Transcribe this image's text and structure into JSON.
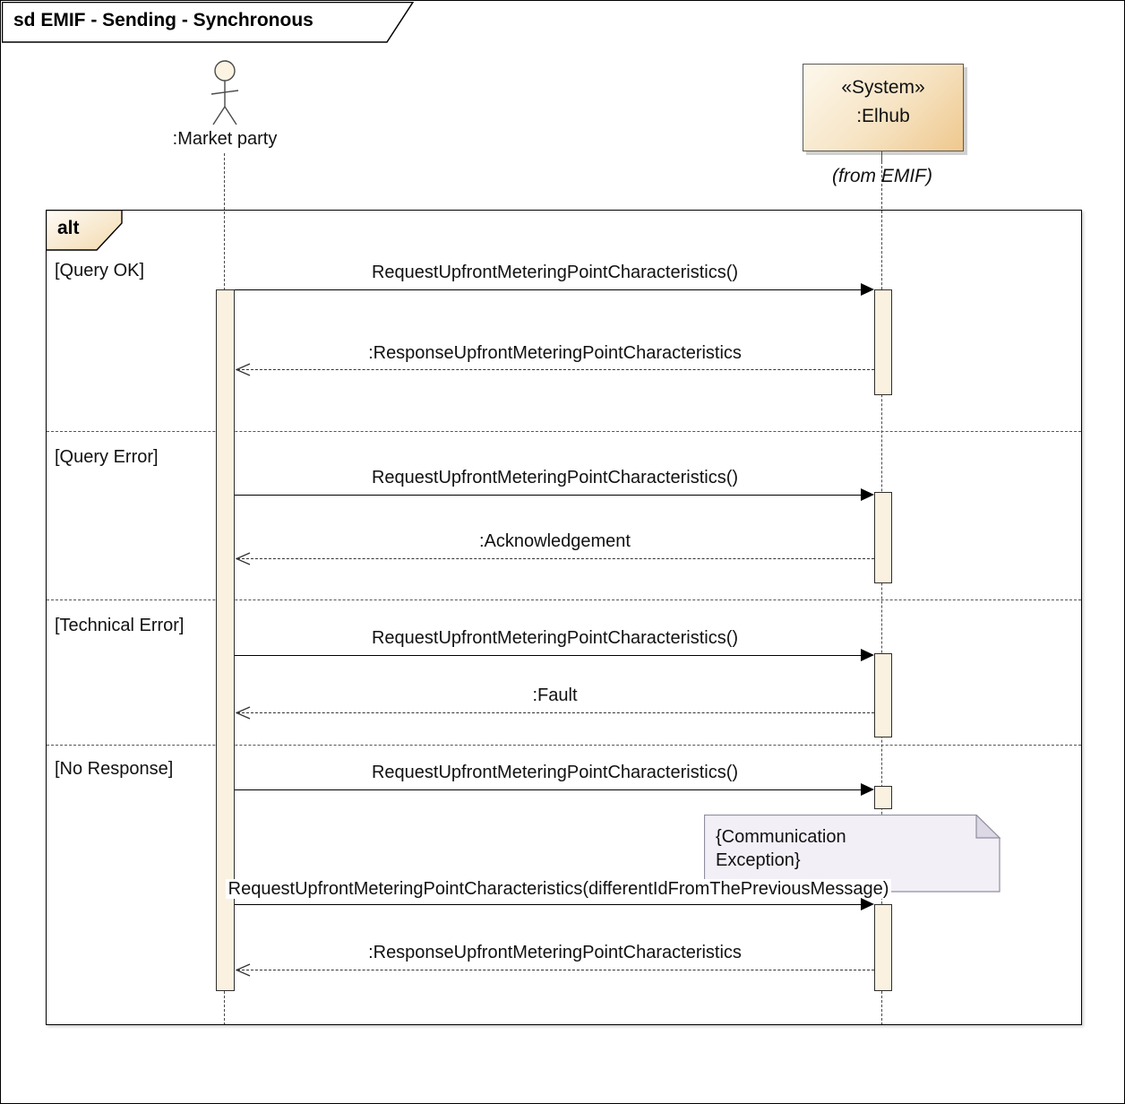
{
  "diagram": {
    "title": "sd EMIF - Sending - Synchronous",
    "actor": {
      "label": ":Market party"
    },
    "system": {
      "stereotype": "«System»",
      "name": ":Elhub",
      "origin": "(from EMIF)"
    },
    "fragment": {
      "operator": "alt",
      "sections": [
        {
          "guard": "[Query OK]",
          "messages": [
            {
              "label": "RequestUpfrontMeteringPointCharacteristics()",
              "type": "call"
            },
            {
              "label": ":ResponseUpfrontMeteringPointCharacteristics",
              "type": "return"
            }
          ]
        },
        {
          "guard": "[Query Error]",
          "messages": [
            {
              "label": "RequestUpfrontMeteringPointCharacteristics()",
              "type": "call"
            },
            {
              "label": ":Acknowledgement",
              "type": "return"
            }
          ]
        },
        {
          "guard": "[Technical Error]",
          "messages": [
            {
              "label": "RequestUpfrontMeteringPointCharacteristics()",
              "type": "call"
            },
            {
              "label": ":Fault",
              "type": "return"
            }
          ]
        },
        {
          "guard": "[No Response]",
          "messages": [
            {
              "label": "RequestUpfrontMeteringPointCharacteristics()",
              "type": "call"
            },
            {
              "label": "RequestUpfrontMeteringPointCharacteristics(differentIdFromThePreviousMessage)",
              "type": "call"
            },
            {
              "label": ":ResponseUpfrontMeteringPointCharacteristics",
              "type": "return"
            }
          ]
        }
      ]
    },
    "note": {
      "text": "{Communication Exception}"
    },
    "colors": {
      "activation_fill": "#fbf1e1",
      "system_gradient_start": "#fdf8ed",
      "system_gradient_end": "#efc88e",
      "fragment_tab_gradient_end": "#f3d9ac",
      "note_fill": "#f3eff7",
      "line": "#000000"
    }
  }
}
